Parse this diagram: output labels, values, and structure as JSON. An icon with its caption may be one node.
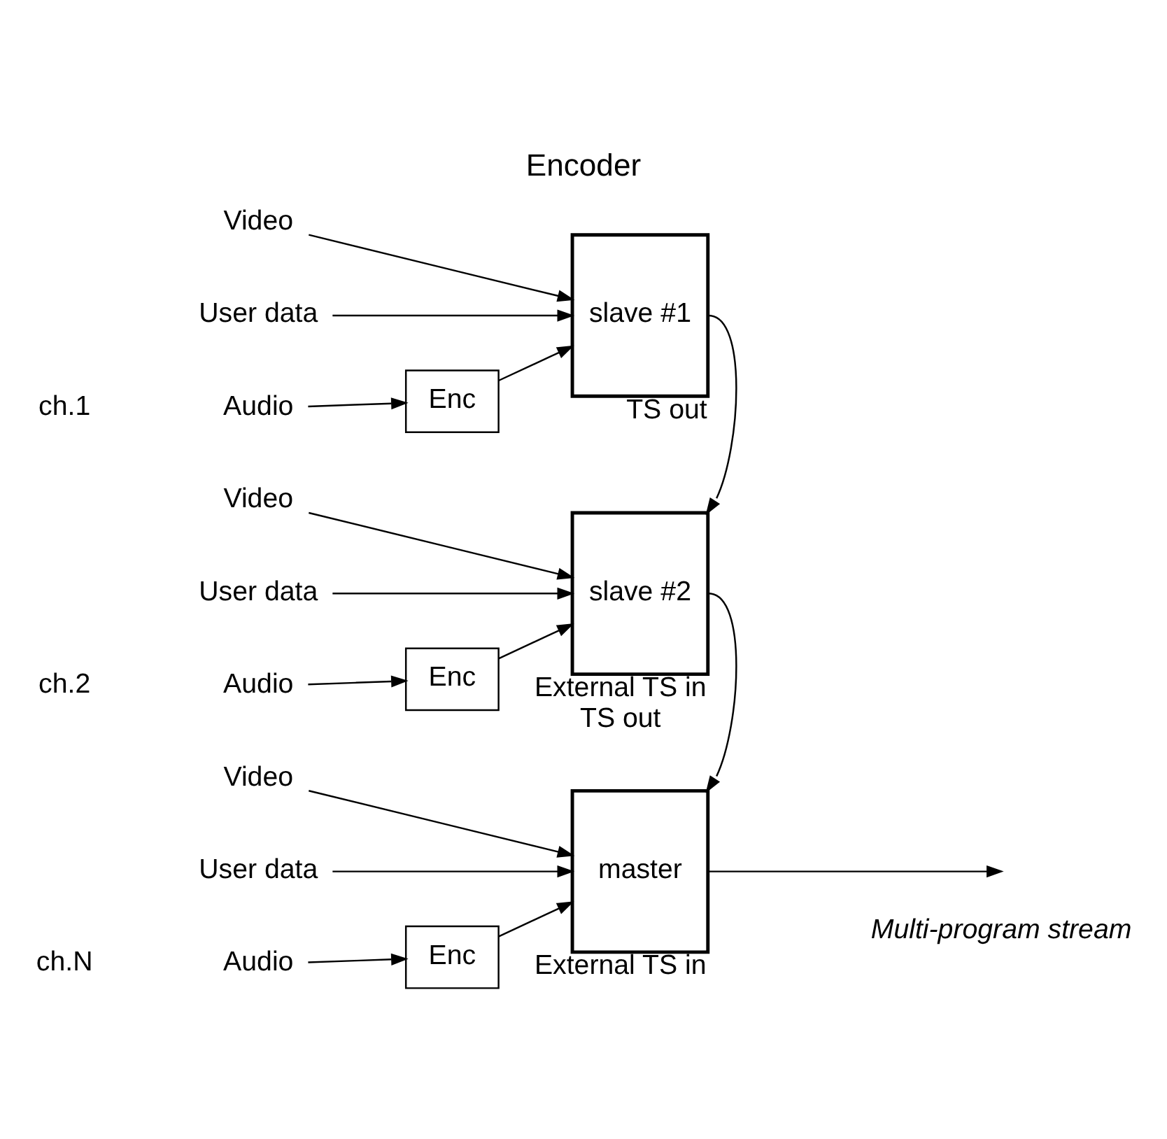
{
  "diagram": {
    "title": "Encoder",
    "nodes": [
      {
        "text": [
          "Video"
        ]
      },
      {
        "text": [
          "Audio"
        ]
      },
      {
        "text": [
          "User data"
        ]
      },
      {
        "text": [
          "Enc"
        ]
      },
      {
        "text": [
          "slave #1"
        ],
        "beside": [
          "TS out"
        ]
      },
      {
        "text": [
          "Video"
        ]
      },
      {
        "text": [
          "Audio"
        ]
      },
      {
        "text": [
          "User data"
        ]
      },
      {
        "text": [
          "Enc"
        ]
      },
      {
        "text": [
          "slave #2"
        ],
        "beside": [
          "External TS in",
          "TS out"
        ]
      },
      {
        "text": [
          "Video"
        ]
      },
      {
        "text": [
          "Audio"
        ]
      },
      {
        "text": [
          "User data"
        ]
      },
      {
        "text": [
          "Enc"
        ]
      },
      {
        "text": [
          "master"
        ],
        "beside": [
          "External TS in"
        ]
      }
    ],
    "edges": [
      {
        "from": 0,
        "to": 4,
        "arrow": "to"
      },
      {
        "from": 1,
        "to": 3,
        "arrow": "to"
      },
      {
        "from": 3,
        "to": 4,
        "arrow": "to"
      },
      {
        "from": 2,
        "to": 4,
        "arrow": "to"
      },
      {
        "from": 4,
        "to": 9,
        "arrow": "to"
      },
      {
        "from": 5,
        "to": 9,
        "arrow": "to"
      },
      {
        "from": 6,
        "to": 8,
        "arrow": "to"
      },
      {
        "from": 8,
        "to": 9,
        "arrow": "to"
      },
      {
        "from": 7,
        "to": 9,
        "arrow": "to"
      },
      {
        "from": 9,
        "to": 14,
        "arrow": "to"
      },
      {
        "from": 10,
        "to": 14,
        "arrow": "to"
      },
      {
        "from": 11,
        "to": 13,
        "arrow": "to"
      },
      {
        "from": 13,
        "to": 14,
        "arrow": "to"
      },
      {
        "from": 12,
        "to": 14,
        "arrow": "to"
      },
      {
        "from": 14,
        "to": null,
        "arrow": "to"
      }
    ],
    "labels": [
      "ch.1",
      "ch.2",
      "ch.N",
      "Multi-program stream"
    ]
  }
}
